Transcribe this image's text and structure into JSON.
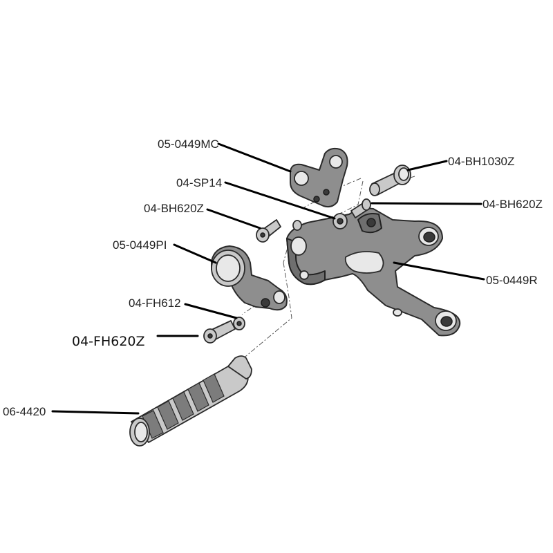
{
  "diagram": {
    "labels": {
      "mc": "05-0449MC",
      "bh1030": "04-BH1030Z",
      "sp14": "04-SP14",
      "bh620_right": "04-BH620Z",
      "bh620_left": "04-BH620Z",
      "pi": "05-0449PI",
      "r": "05-0449R",
      "fh612": "04-FH612",
      "fh620": "04-FH620Z",
      "peg": "06-4420"
    }
  }
}
